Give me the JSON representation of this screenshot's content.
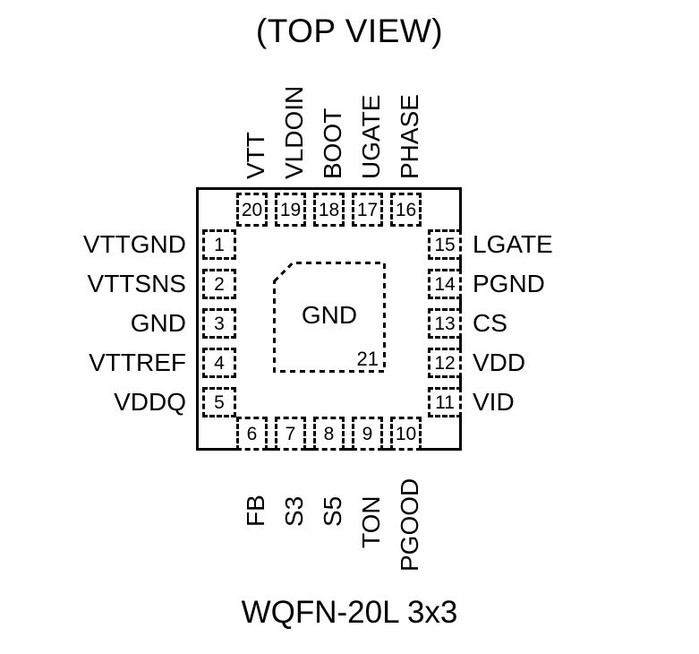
{
  "header": {
    "title": "(TOP VIEW)"
  },
  "footer": {
    "package": "WQFN-20L 3x3"
  },
  "center_pad": {
    "label": "GND",
    "number": "21"
  },
  "colors": {
    "outline": "#000000",
    "pad_border": "#000000",
    "background": "#ffffff",
    "text": "#000000"
  },
  "package": {
    "name": "WQFN-20L",
    "size": "3x3",
    "pin_count": 20,
    "total_pads": 21
  },
  "pins": {
    "left": [
      {
        "number": "1",
        "name": "VTTGND"
      },
      {
        "number": "2",
        "name": "VTTSNS"
      },
      {
        "number": "3",
        "name": "GND"
      },
      {
        "number": "4",
        "name": "VTTREF"
      },
      {
        "number": "5",
        "name": "VDDQ"
      }
    ],
    "bottom": [
      {
        "number": "6",
        "name": "FB"
      },
      {
        "number": "7",
        "name": "S3"
      },
      {
        "number": "8",
        "name": "S5"
      },
      {
        "number": "9",
        "name": "TON"
      },
      {
        "number": "10",
        "name": "PGOOD"
      }
    ],
    "right": [
      {
        "number": "15",
        "name": "LGATE"
      },
      {
        "number": "14",
        "name": "PGND"
      },
      {
        "number": "13",
        "name": "CS"
      },
      {
        "number": "12",
        "name": "VDD"
      },
      {
        "number": "11",
        "name": "VID"
      }
    ],
    "top": [
      {
        "number": "20",
        "name": "VTT"
      },
      {
        "number": "19",
        "name": "VLDOIN"
      },
      {
        "number": "18",
        "name": "BOOT"
      },
      {
        "number": "17",
        "name": "UGATE"
      },
      {
        "number": "16",
        "name": "PHASE"
      }
    ]
  }
}
